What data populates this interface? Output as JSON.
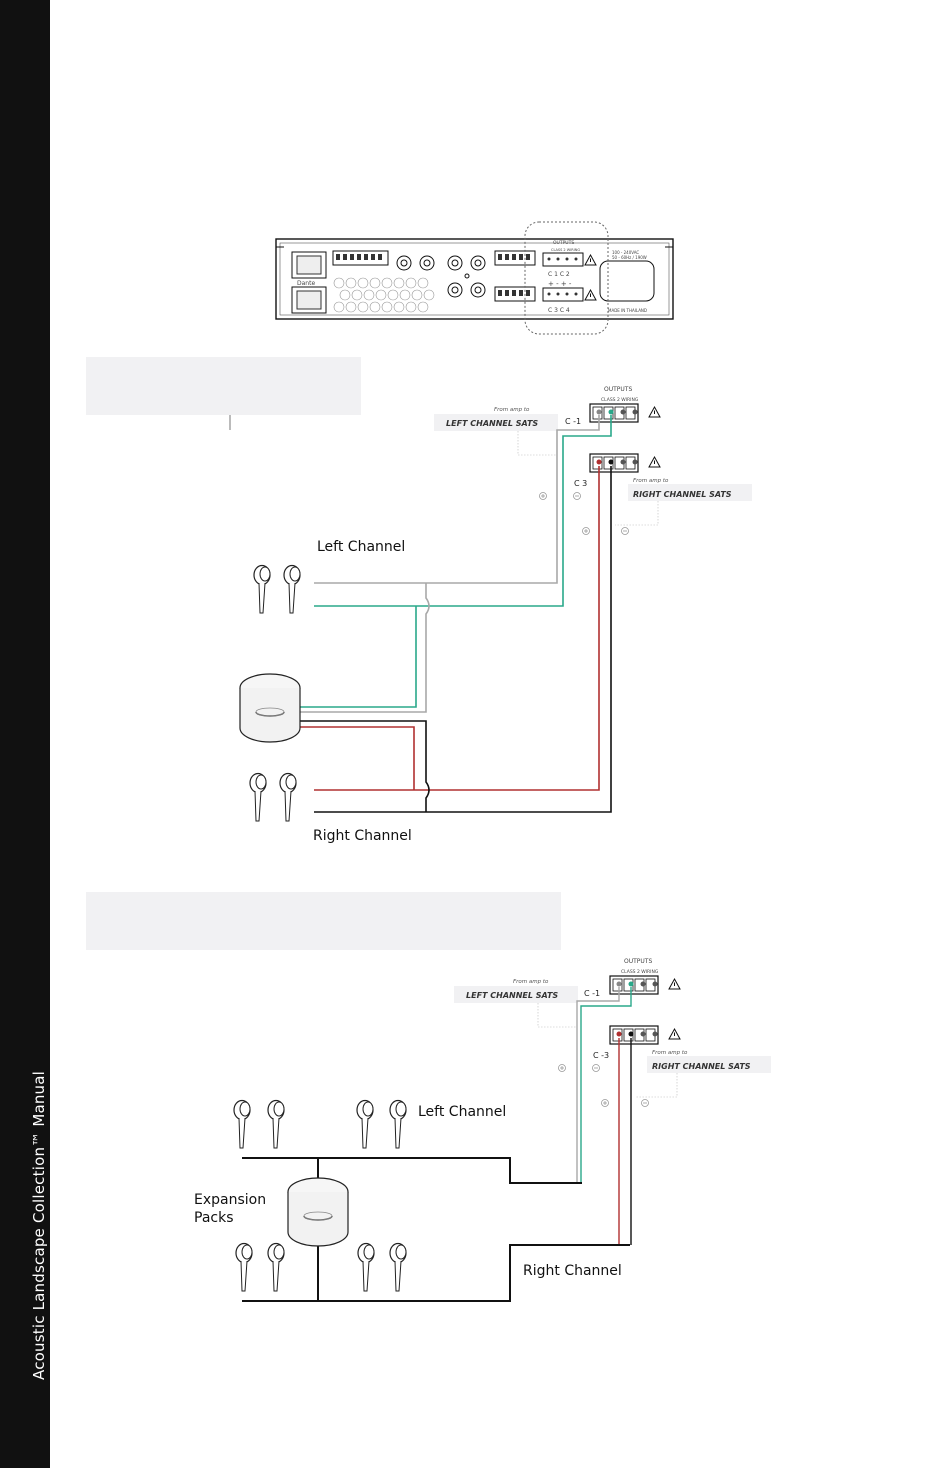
{
  "sidebar": {
    "title": "Acoustic Landscape Collection™ Manual"
  },
  "amp": {
    "outputs": "OUTPUTS",
    "class2": "CLASS 2 WIRING",
    "power1": "100 - 240VAC",
    "power2": "50 - 60Hz / 190W",
    "made": "MADE IN THAILAND",
    "brand": "Dante"
  },
  "diagram1": {
    "outputs": "OUTPUTS",
    "class2": "CLASS 2 WIRING",
    "from1": "From amp to",
    "left_sats": "LEFT CHANNEL SATS",
    "from2": "From amp to",
    "right_sats": "RIGHT CHANNEL SATS",
    "ch1": "C -1",
    "ch3": "C 3",
    "left_channel": "Left Channel",
    "right_channel": "Right Channel"
  },
  "diagram2": {
    "outputs": "OUTPUTS",
    "class2": "CLASS 2 WIRING",
    "from1": "From amp to",
    "left_sats": "LEFT CHANNEL SATS",
    "from2": "From amp to",
    "right_sats": "RIGHT CHANNEL SATS",
    "ch1": "C -1",
    "ch3": "C -3",
    "left_channel": "Left Channel",
    "right_channel": "Right Channel",
    "expansion_1": "Expansion",
    "expansion_2": "Packs"
  },
  "colors": {
    "gray_wire": "#a8a8a8",
    "green_wire": "#2aa88a",
    "red_wire": "#b03030",
    "black_wire": "#111111",
    "sidebar": "#111111"
  }
}
